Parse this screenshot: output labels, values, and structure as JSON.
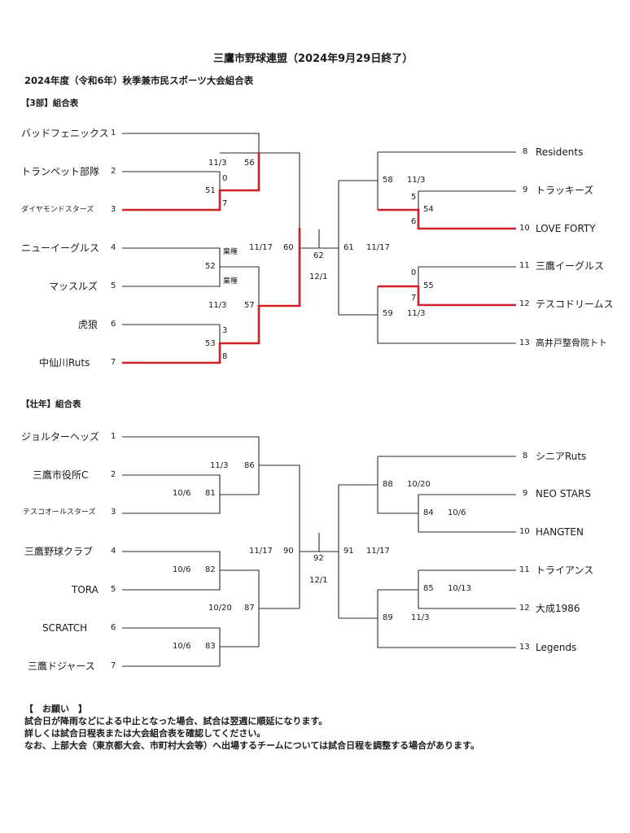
{
  "title": "三鷹市野球連盟（2024年9月29日終了）",
  "subtitle": "2024年度（令和6年）秋季兼市民スポーツ大会組合表",
  "sections": [
    {
      "name": "【3部】組合表",
      "left_teams": [
        {
          "name": "バッドフェニックス",
          "seed": "1"
        },
        {
          "name": "トランペット部隊",
          "seed": "2"
        },
        {
          "name": "ダイヤモンドスターズ",
          "seed": "3"
        },
        {
          "name": "ニューイーグルス",
          "seed": "4"
        },
        {
          "name": "マッスルズ",
          "seed": "5"
        },
        {
          "name": "虎狼",
          "seed": "6"
        },
        {
          "name": "中仙川Ruts",
          "seed": "7"
        }
      ],
      "right_teams": [
        {
          "seed": "8",
          "name": "Residents"
        },
        {
          "seed": "9",
          "name": "トラッキーズ"
        },
        {
          "seed": "10",
          "name": "LOVE FORTY"
        },
        {
          "seed": "11",
          "name": "三鷹イーグルス"
        },
        {
          "seed": "12",
          "name": "テスコドリームス"
        },
        {
          "seed": "13",
          "name": "高井戸整骨院トト"
        }
      ],
      "labels": {
        "g51": "51",
        "g51_s_top": "0",
        "g51_s_bot": "7",
        "g56": "56",
        "g56_date": "11/3",
        "g52": "52",
        "g52_s_top": "棄権",
        "g52_s_bot": "棄権",
        "g53": "53",
        "g53_s_top": "3",
        "g53_s_bot": "8",
        "g57": "57",
        "g57_date": "11/3",
        "g60": "60",
        "g60_date": "11/17",
        "g62": "62",
        "g62_date": "12/1",
        "g61": "61",
        "g61_date": "11/17",
        "g58": "58",
        "g58_date": "11/3",
        "g54": "54",
        "g54_s_top": "5",
        "g54_s_bot": "6",
        "g55": "55",
        "g55_s_top": "0",
        "g55_s_bot": "7",
        "g59": "59",
        "g59_date": "11/3"
      }
    },
    {
      "name": "【壮年】組合表",
      "left_teams": [
        {
          "name": "ジョルターヘッズ",
          "seed": "1"
        },
        {
          "name": "三鷹市役所C",
          "seed": "2"
        },
        {
          "name": "テスコオールスターズ",
          "seed": "3"
        },
        {
          "name": "三鷹野球クラブ",
          "seed": "4"
        },
        {
          "name": "TORA",
          "seed": "5"
        },
        {
          "name": "SCRATCH",
          "seed": "6"
        },
        {
          "name": "三鷹ドジャース",
          "seed": "7"
        }
      ],
      "right_teams": [
        {
          "seed": "8",
          "name": "シニアRuts"
        },
        {
          "seed": "9",
          "name": "NEO STARS"
        },
        {
          "seed": "10",
          "name": "HANGTEN"
        },
        {
          "seed": "11",
          "name": "トライアンス"
        },
        {
          "seed": "12",
          "name": "大成1986"
        },
        {
          "seed": "13",
          "name": "Legends"
        }
      ],
      "labels": {
        "g81": "81",
        "g81_date": "10/6",
        "g86": "86",
        "g86_date": "11/3",
        "g82": "82",
        "g82_date": "10/6",
        "g83": "83",
        "g83_date": "10/6",
        "g87": "87",
        "g87_date": "10/20",
        "g90": "90",
        "g90_date": "11/17",
        "g92": "92",
        "g92_date": "12/1",
        "g91": "91",
        "g91_date": "11/17",
        "g88": "88",
        "g88_date": "10/20",
        "g84": "84",
        "g84_date": "10/6",
        "g85": "85",
        "g85_date": "10/13",
        "g89": "89",
        "g89_date": "11/3"
      }
    }
  ],
  "notice": {
    "heading": "【　お願い　】",
    "lines": [
      "試合日が降雨などによる中止となった場合、試合は翌週に順延になります。",
      "詳しくは試合日程表または大会組合表を確認してください。",
      "なお、上部大会（東京都大会、市町村大会等）へ出場するチームについては試合日程を調整する場合があります。"
    ]
  },
  "colors": {
    "line": "#2a2a2a",
    "winner_line": "#d21f26"
  }
}
